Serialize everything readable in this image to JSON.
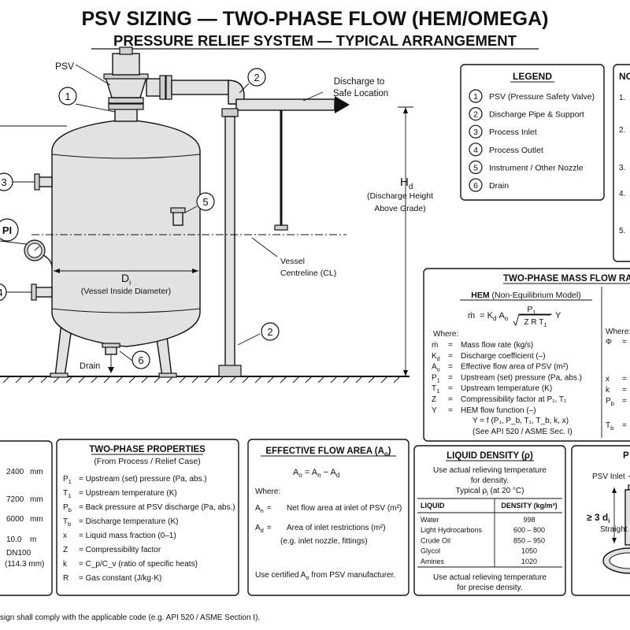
{
  "title": "PSV SIZING — TWO-PHASE FLOW (HEM/OMEGA)",
  "subtitle": "PRESSURE RELIEF SYSTEM — TYPICAL ARRANGEMENT",
  "drawing": {
    "psv_label": "PSV",
    "discharge_line1": "Discharge to",
    "discharge_line2": "Safe Location",
    "hd_symbol": "H",
    "hd_sub": "d",
    "hd_line1": "(Discharge Height",
    "hd_line2": "Above Grade)",
    "di_symbol": "D",
    "di_sub": "i",
    "di_desc": "(Vessel Inside Diameter)",
    "cl_line1": "Vessel",
    "cl_line2": "Centreline (CL)",
    "drain_label": "Drain",
    "pi_label": "PI",
    "bubbles": [
      "1",
      "2",
      "3",
      "4",
      "5",
      "6",
      "2"
    ]
  },
  "legend": {
    "title": "LEGEND",
    "items": [
      {
        "num": "1",
        "text": "PSV (Pressure Safety Valve)"
      },
      {
        "num": "2",
        "text": "Discharge Pipe & Support"
      },
      {
        "num": "3",
        "text": "Process Inlet"
      },
      {
        "num": "4",
        "text": "Process Outlet"
      },
      {
        "num": "5",
        "text": "Instrument / Other Nozzle"
      },
      {
        "num": "6",
        "text": "Drain"
      }
    ]
  },
  "notes_partial": {
    "title": "NO",
    "nums": [
      "1.",
      "2.",
      "3.",
      "4.",
      "5."
    ]
  },
  "massflow": {
    "title": "TWO-PHASE MASS FLOW RA",
    "hem_title_bold": "HEM",
    "hem_title_rest": " (Non-Equilibrium Model)",
    "eq_lhs": "ṁ",
    "eq_mid": "= K",
    "eq_kd_sub": "d",
    "eq_ao": "A",
    "eq_ao_sub": "o",
    "eq_num": "P",
    "eq_num_sub": "1",
    "eq_den": "Z R T",
    "eq_den_sub": "1",
    "eq_y": "Y",
    "where": "Where:",
    "rows": [
      {
        "sym": "ṁ",
        "sub": "",
        "desc": "Mass flow rate (kg/s)"
      },
      {
        "sym": "K",
        "sub": "d",
        "desc": "Discharge coefficient (–)"
      },
      {
        "sym": "A",
        "sub": "o",
        "desc": "Effective flow area of PSV (m²)"
      },
      {
        "sym": "P",
        "sub": "1",
        "desc": "Upstream (set) pressure (Pa, abs.)"
      },
      {
        "sym": "T",
        "sub": "1",
        "desc": "Upstream temperature (K)"
      },
      {
        "sym": "Z",
        "sub": "",
        "desc": "Compressibility factor at P₁, T₁"
      },
      {
        "sym": "Y",
        "sub": "",
        "desc": "HEM flow function (–)"
      }
    ],
    "yfunc": "Y = f (P₁, P_b, T₁, T_b, k, x)",
    "yfunc_note": "(See API 520 / ASME Sec. I)",
    "right_where": "Where:",
    "right_syms": [
      {
        "sym": "Φ",
        "sub": ""
      },
      {
        "sym": "x",
        "sub": ""
      },
      {
        "sym": "k",
        "sub": ""
      },
      {
        "sym": "P",
        "sub": "b"
      },
      {
        "sym": "T",
        "sub": "b"
      }
    ]
  },
  "vessel_data": {
    "values": [
      {
        "val": "2400",
        "unit": "mm"
      },
      {
        "val": "7200",
        "unit": "mm"
      },
      {
        "val": "6000",
        "unit": "mm"
      },
      {
        "val": "10.0",
        "unit": "m"
      }
    ],
    "dn_line1": "DN100",
    "dn_line2": "(114.3 mm)"
  },
  "props": {
    "title": "TWO-PHASE PROPERTIES",
    "subtitle": "(From Process / Relief Case)",
    "rows": [
      {
        "sym": "P",
        "sub": "1",
        "desc": "Upstream (set) pressure (Pa, abs.)"
      },
      {
        "sym": "T",
        "sub": "1",
        "desc": "Upstream temperature (K)"
      },
      {
        "sym": "P",
        "sub": "b",
        "desc": "Back pressure at PSV discharge (Pa, abs.)"
      },
      {
        "sym": "T",
        "sub": "b",
        "desc": "Discharge temperature (K)"
      },
      {
        "sym": "x",
        "sub": "",
        "desc": "Liquid mass fraction (0–1)"
      },
      {
        "sym": "Z",
        "sub": "",
        "desc": "Compressibility factor"
      },
      {
        "sym": "k",
        "sub": "",
        "desc": "= C_p/C_v (ratio of specific heats)"
      },
      {
        "sym": "R",
        "sub": "",
        "desc": "Gas constant (J/kg·K)"
      }
    ]
  },
  "area": {
    "title": "EFFECTIVE FLOW AREA (A",
    "title_sub": "o",
    "title_end": ")",
    "eq": "A",
    "where": "Where:",
    "an_desc": "Net flow area at inlet of PSV (m²)",
    "ad_desc_1": "Area of inlet restrictions (m²)",
    "ad_desc_2": "(e.g. inlet nozzle, fittings)",
    "footer": "Use certified A",
    "footer_sub": "o",
    "footer_end": " from PSV manufacturer."
  },
  "density": {
    "title": "LIQUID DENSITY (ρ)",
    "note1": "Use actual relieving temperature",
    "note2": "for density.",
    "note3": "Typical ρ",
    "note3_sub": "l",
    "note3_end": " (at 20 °C)",
    "col1": "LIQUID",
    "col2": "DENSITY (kg/m³)",
    "rows": [
      {
        "liquid": "Water",
        "density": "998"
      },
      {
        "liquid": "Light Hydrocarbons",
        "density": "600 – 800"
      },
      {
        "liquid": "Crude Oil",
        "density": "850 – 950"
      },
      {
        "liquid": "Glycol",
        "density": "1050"
      },
      {
        "liquid": "Amines",
        "density": "1020"
      }
    ],
    "foot1": "Use actual relieving temperature",
    "foot2": "for precise density."
  },
  "piping": {
    "title": "P",
    "psv_inlet": "PSV Inlet",
    "ge": "≥ 3 d",
    "ge_sub": "i",
    "straight": "Straight Run"
  },
  "footer_note": "sign shall comply with the applicable code (e.g. API 520 / ASME Section I)."
}
